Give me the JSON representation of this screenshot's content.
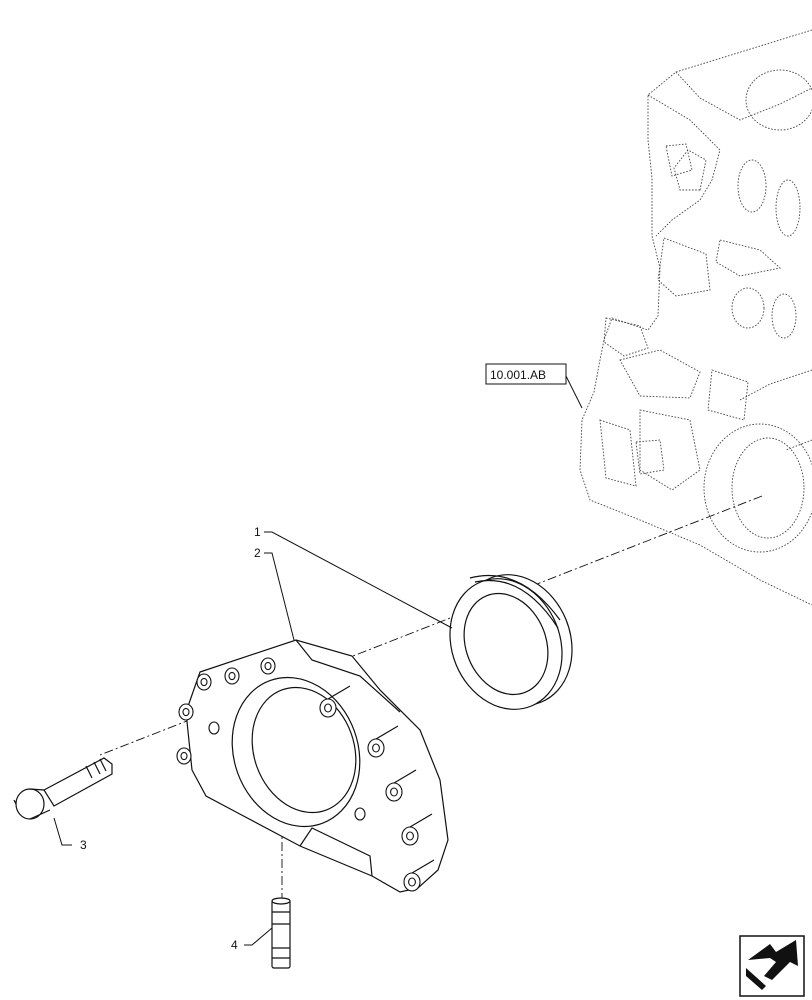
{
  "callouts": [
    {
      "id": "1",
      "text": "1"
    },
    {
      "id": "2",
      "text": "2"
    },
    {
      "id": "3",
      "text": "3"
    },
    {
      "id": "4",
      "text": "4"
    }
  ],
  "reference": {
    "text": "10.001.AB"
  },
  "nav_icon": {
    "name": "next-page-arrow-icon"
  }
}
